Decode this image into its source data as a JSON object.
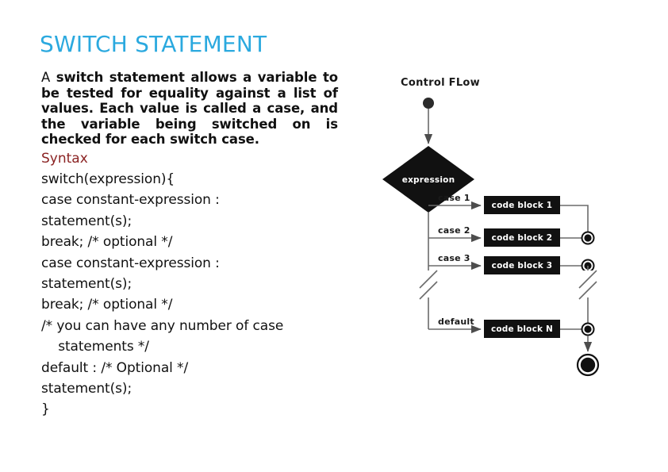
{
  "slide": {
    "title": "SWITCH STATEMENT",
    "title_color": "#2BA9DF",
    "background": "#ffffff"
  },
  "paragraph": {
    "lead_word": "A ",
    "bold_text": "switch statement allows a variable to be tested for equality against a list of values. Each value is called a case, and the variable being switched on is checked for each switch case.",
    "lines": [
      {
        "lead": "A ",
        "rest": "switch statement allows a variable to"
      },
      {
        "lead": "",
        "rest": "be tested for equality against a list of"
      },
      {
        "lead": "",
        "rest": "values. Each value is called a case, and"
      },
      {
        "lead": "",
        "rest": "the variable being switched on is"
      },
      {
        "lead": "",
        "rest": "checked for each switch case."
      }
    ],
    "line_words": [
      [
        "A",
        "switch",
        "statement",
        "allows",
        "a",
        "variable",
        "to"
      ],
      [
        "be",
        "tested",
        "for",
        "equality",
        "against",
        "a",
        "list",
        "of"
      ],
      [
        "values.",
        "Each",
        "value",
        "is",
        "called",
        "a",
        "case,",
        "and"
      ],
      [
        "the",
        "variable",
        "being",
        "switched",
        "on",
        "is"
      ],
      [
        "checked for each switch case."
      ]
    ]
  },
  "syntax": {
    "heading": "Syntax",
    "heading_color": "#8B2323",
    "code_lines": [
      "switch(expression){",
      "case constant-expression :",
      "statement(s);",
      "break; /* optional */",
      "case constant-expression :",
      "statement(s);",
      "break; /* optional */",
      "/* you can have any number of case",
      "    statements */",
      "default : /* Optional */",
      "statement(s);",
      "}"
    ]
  },
  "diagram": {
    "caption": "Control FLow",
    "decision_label": "expression",
    "branches": [
      {
        "case_label": "case 1",
        "block_label": "code block 1"
      },
      {
        "case_label": "case 2",
        "block_label": "code block 2"
      },
      {
        "case_label": "case 3",
        "block_label": "code block 3"
      },
      {
        "case_label": "default",
        "block_label": "code block N"
      }
    ],
    "node_colors": {
      "fill": "#000000",
      "line": "#555555",
      "text": "#ffffff"
    },
    "break_marks": 2,
    "merge_points": 3,
    "start_node": "initial-state",
    "end_node": "final-state"
  }
}
